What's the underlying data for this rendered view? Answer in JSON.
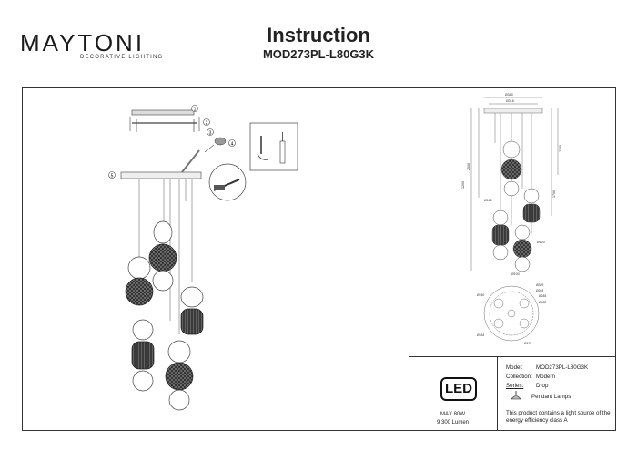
{
  "brand": {
    "name": "MAYTONI",
    "tagline": "DECORATIVE LIGHTING"
  },
  "document": {
    "title": "Instruction",
    "model_code": "MOD273PL-L80G3K"
  },
  "assembly": {
    "step_numbers": [
      "1",
      "2",
      "3",
      "4",
      "5"
    ]
  },
  "dimensions": {
    "widths": [
      "Ø380",
      "Ø316"
    ],
    "heights": [
      "1200",
      "2500",
      "2300",
      "1700"
    ],
    "diameters": [
      "Ø120",
      "Ø120",
      "Ø100"
    ],
    "plan": [
      "Ø329",
      "Ø264",
      "Ø248",
      "Ø432",
      "Ø150",
      "Ø184",
      "Ø170"
    ]
  },
  "led": {
    "badge": "LED",
    "max_power": "MAX 80W",
    "lumen": "9 300 Lumen"
  },
  "product": {
    "model_label": "Model:",
    "model_value": "MOD273PL-L80G3K",
    "collection_label": "Collection:",
    "collection_value": "Modern",
    "series_label": "Series:",
    "series_value": "Drop",
    "category": "Pendant Lamps",
    "note": "This product contains a light source of the energy efficiency class A"
  },
  "colors": {
    "line": "#333333",
    "glass_dark": "#3c3c3c",
    "glass_clear": "#ffffff"
  }
}
